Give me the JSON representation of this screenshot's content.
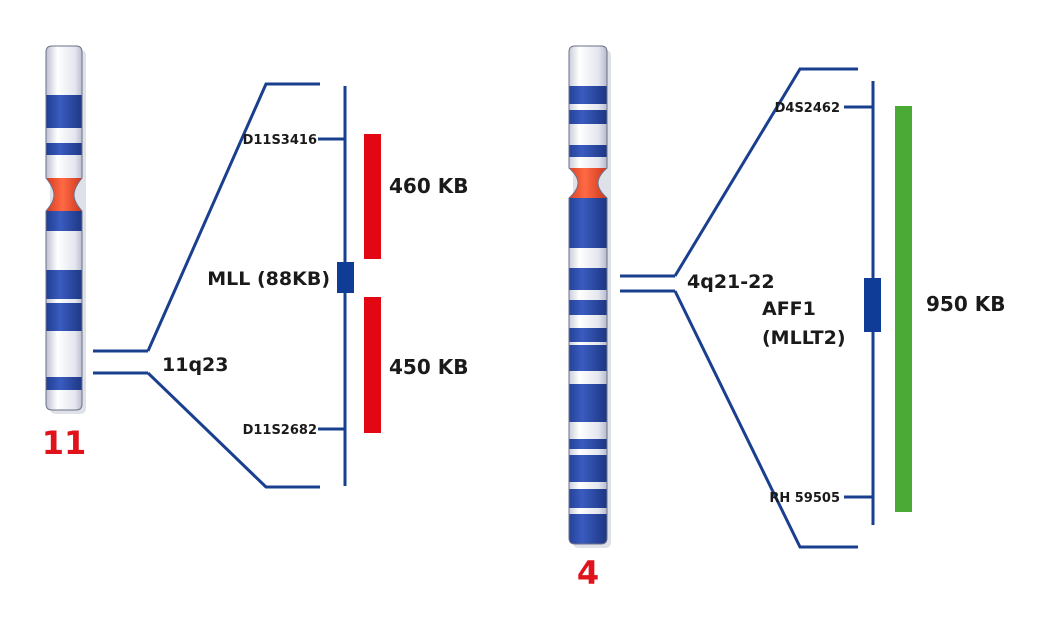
{
  "colors": {
    "line": "#1a3f8f",
    "band_dark": "#1f3f96",
    "centromere": "#e8341f",
    "probe_red": "#e30613",
    "probe_green": "#4aaa35",
    "gene_box": "#0f3c96",
    "chromosome_number": "#e0121b"
  },
  "left_panel": {
    "chromosome_number": "11",
    "band": "11q23",
    "marker_top": "D11S3416",
    "marker_bottom": "D11S2682",
    "gene": "MLL (88KB)",
    "probe_top_size": "460 KB",
    "probe_bottom_size": "450 KB"
  },
  "right_panel": {
    "chromosome_number": "4",
    "band": "4q21-22",
    "marker_top": "D4S2462",
    "marker_bottom": "RH 59505",
    "gene_line1": "AFF1",
    "gene_line2": "(MLLT2)",
    "probe_size": "950 KB"
  }
}
